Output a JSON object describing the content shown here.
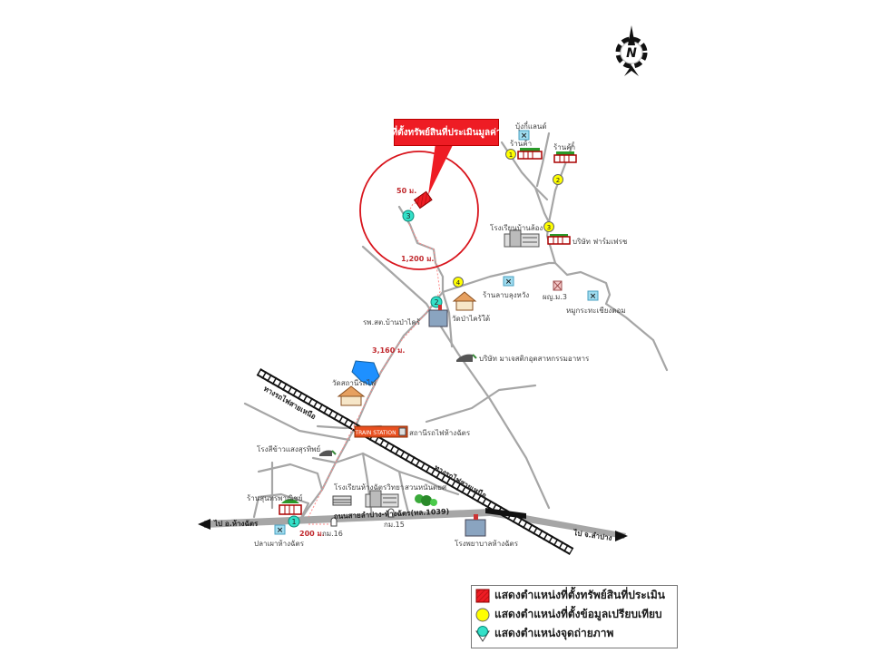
{
  "title_callout": "ที่ตั้งทรัพย์สินที่ประเมินมูลค่า",
  "compass": {
    "letter": "N"
  },
  "distances": {
    "d50": "50 ม.",
    "d1200": "1,200 ม.",
    "d3160": "3,160 ม.",
    "d200": "200 ม."
  },
  "markers": {
    "comparables": [
      "1",
      "2",
      "3",
      "4"
    ],
    "photo_points": [
      "1",
      "2",
      "3"
    ]
  },
  "places": {
    "bung_kee_land": "บุ้งกี๋แลนด์",
    "shop_1": "ร้านค้า",
    "shop_2": "ร้านค้า",
    "school_ban_luang": "โรงเรียนบ้านล้อง",
    "farm_company": "บริษัท ฟาร์มเฟรช",
    "lab_shop": "ร้านลาบลุงหวัง",
    "village_head": "ผญ.ม.3",
    "mu_kratha": "หมูกระทะเชียงดอม",
    "hospital": "รพ.สต.บ้านป่าไคร้",
    "temple_pa_krai": "วัดป่าไคร้ใต้",
    "food_company": "บริษัท มาเจสติกอุตสาหกรรมอาหาร",
    "temple_station": "วัดสถานีรถไฟ",
    "train_station": "สถานีรถไฟห้างฉัตร",
    "train_station_sign": "TRAIN STATION",
    "rice_mill": "โรงสีข้าวแสงสุรทิพย์",
    "school_hang_chat": "โรงเรียนห้างฉัตรวิทยา",
    "park": "สวนหนันตยศ",
    "hardware_shop": "ร้านสุนทรพาณิชย์",
    "fish_restaurant": "ปลาเผาห้างฉัตร",
    "hospital_hang_chat": "โรงพยาบาลห้างฉัตร",
    "km16": "กม.16",
    "km15": "กม.15"
  },
  "roads": {
    "railway_north_1": "ทางรถไฟสายเหนือ",
    "railway_north_2": "ทางรถไฟสายเหนือ",
    "main_road": "ถนนสายลำปาง-ห้างฉัตร(ทล.1039)",
    "to_hang_chat": "ไป อ.ห้างฉัตร",
    "to_lampang": "ไป จ.ลำปาง"
  },
  "legend": {
    "items": [
      {
        "label": "แสดงตำแหน่งที่ตั้งทรัพย์สินที่ประเมิน",
        "symbol": "property"
      },
      {
        "label": "แสดงตำแหน่งที่ตั้งข้อมูลเปรียบเทียบ",
        "symbol": "comparable"
      },
      {
        "label": "แสดงตำแหน่งจุดถ่ายภาพ",
        "symbol": "photo"
      }
    ]
  },
  "colors": {
    "property_red": "#ee1c24",
    "comparable_yellow": "#ffff00",
    "photo_cyan": "#33e0c8",
    "road_gray": "#a6a6a6",
    "pond_blue": "#1e90ff"
  }
}
